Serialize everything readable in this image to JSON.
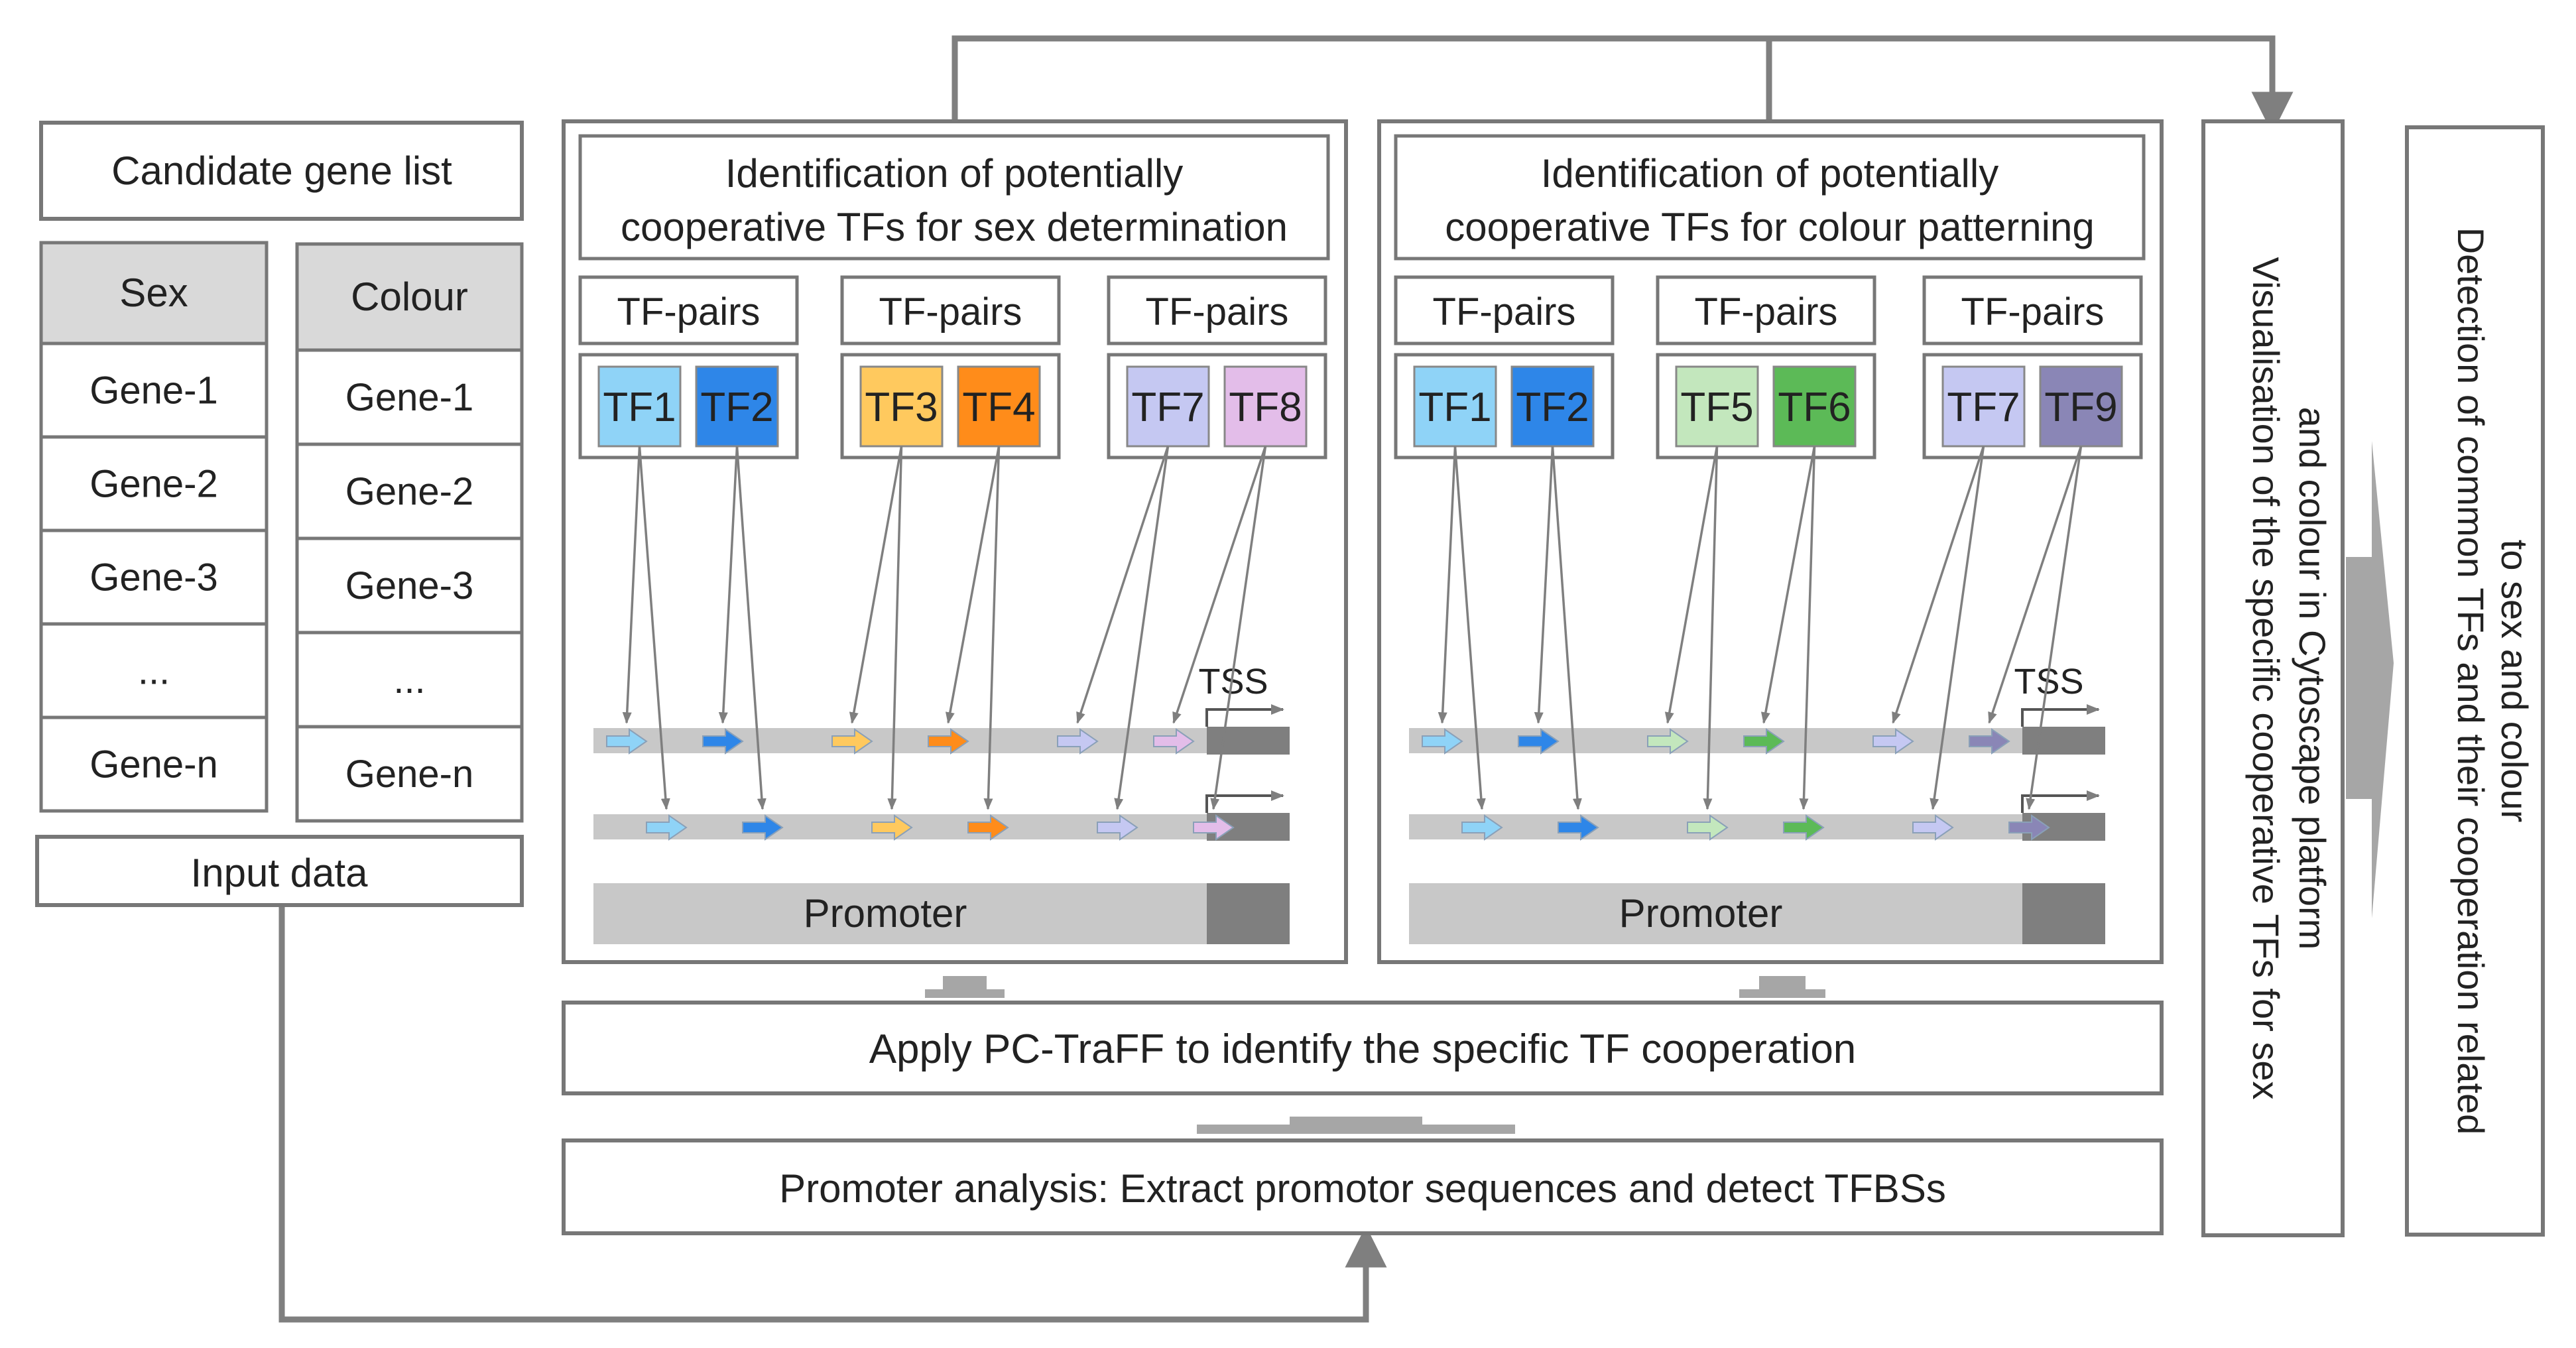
{
  "input_panel": {
    "title": "Candidate gene list",
    "sex_list": {
      "header": "Sex",
      "items": [
        "Gene-1",
        "Gene-2",
        "Gene-3",
        "...",
        "Gene-n"
      ]
    },
    "colour_list": {
      "header": "Colour",
      "items": [
        "Gene-1",
        "Gene-2",
        "Gene-3",
        "...",
        "Gene-n"
      ]
    },
    "footer": "Input data"
  },
  "sex_panel": {
    "title_lines": [
      "Identification of potentially",
      "cooperative TFs for sex determination"
    ],
    "pair_label": "TF-pairs",
    "pairs": [
      {
        "a": "TF1",
        "b": "TF2",
        "a_color": "#8fd3f7",
        "b_color": "#2e86e8"
      },
      {
        "a": "TF3",
        "b": "TF4",
        "a_color": "#ffc95e",
        "b_color": "#ff8c1a"
      },
      {
        "a": "TF7",
        "b": "TF8",
        "a_color": "#c5c8f2",
        "b_color": "#e3bde9"
      }
    ],
    "tss_label": "TSS",
    "promoter_label": "Promoter"
  },
  "colour_panel": {
    "title_lines": [
      "Identification of potentially",
      "cooperative TFs for colour patterning"
    ],
    "pair_label": "TF-pairs",
    "pairs": [
      {
        "a": "TF1",
        "b": "TF2",
        "a_color": "#8fd3f7",
        "b_color": "#2e86e8"
      },
      {
        "a": "TF5",
        "b": "TF6",
        "a_color": "#c3e7bd",
        "b_color": "#5cba57"
      },
      {
        "a": "TF7",
        "b": "TF9",
        "a_color": "#c5c8f2",
        "b_color": "#8a86b6"
      }
    ],
    "tss_label": "TSS",
    "promoter_label": "Promoter"
  },
  "pctraff_step": "Apply PC-TraFF to identify the specific TF cooperation",
  "promoter_step": "Promoter analysis: Extract promotor sequences and detect TFBSs",
  "visualisation_step": {
    "lines": [
      "Visualisation of the specific cooperative TFs for sex",
      "and colour  in Cytoscape platform"
    ]
  },
  "detection_step": {
    "lines": [
      "Detection of common TFs and their cooperation related",
      "to sex and colour"
    ]
  }
}
